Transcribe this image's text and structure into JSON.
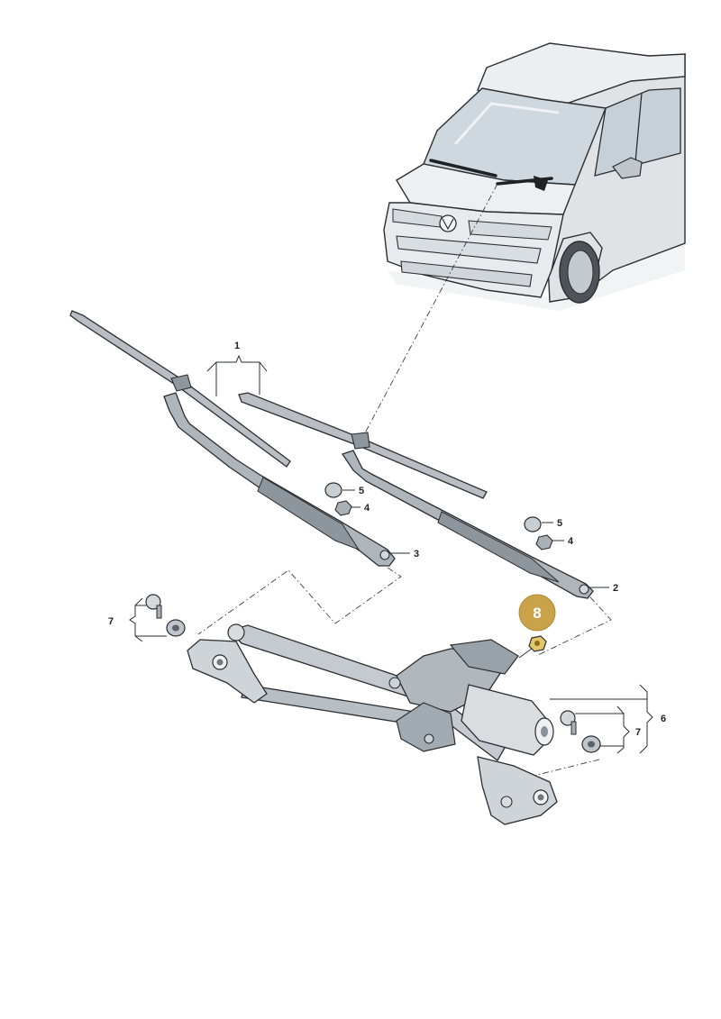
{
  "callouts": {
    "c1": "1",
    "c2": "2",
    "c3": "3",
    "c4_left": "4",
    "c5_left": "5",
    "c4_right": "4",
    "c5_right": "5",
    "c6": "6",
    "c7_left": "7",
    "c7_right": "7",
    "c8": "8"
  },
  "colors": {
    "highlight": "#c9a24a",
    "part_fill": "#c7ccd1",
    "part_dark": "#7d858d",
    "outline": "#2b2e31",
    "vehicle_fill": "#e9ecee"
  }
}
